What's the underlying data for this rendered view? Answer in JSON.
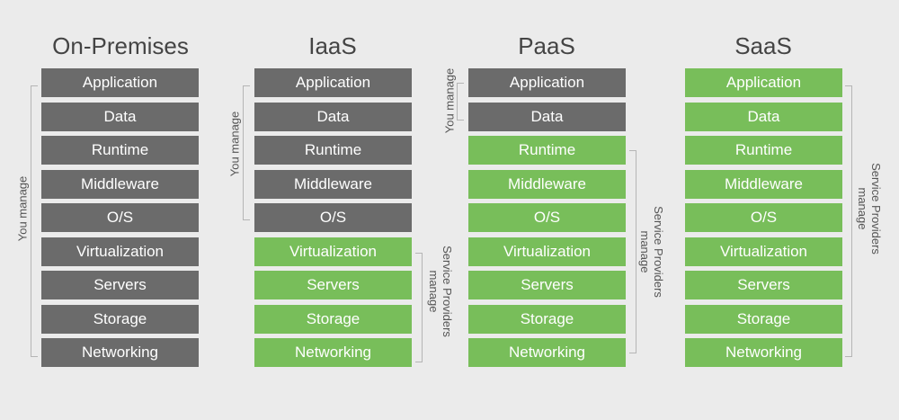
{
  "columns": [
    {
      "title": "On-Premises",
      "layers": [
        {
          "label": "Application",
          "managed_by": "you"
        },
        {
          "label": "Data",
          "managed_by": "you"
        },
        {
          "label": "Runtime",
          "managed_by": "you"
        },
        {
          "label": "Middleware",
          "managed_by": "you"
        },
        {
          "label": "O/S",
          "managed_by": "you"
        },
        {
          "label": "Virtualization",
          "managed_by": "you"
        },
        {
          "label": "Servers",
          "managed_by": "you"
        },
        {
          "label": "Storage",
          "managed_by": "you"
        },
        {
          "label": "Networking",
          "managed_by": "you"
        }
      ],
      "you_label": "You manage",
      "provider_label_lines": []
    },
    {
      "title": "IaaS",
      "layers": [
        {
          "label": "Application",
          "managed_by": "you"
        },
        {
          "label": "Data",
          "managed_by": "you"
        },
        {
          "label": "Runtime",
          "managed_by": "you"
        },
        {
          "label": "Middleware",
          "managed_by": "you"
        },
        {
          "label": "O/S",
          "managed_by": "you"
        },
        {
          "label": "Virtualization",
          "managed_by": "provider"
        },
        {
          "label": "Servers",
          "managed_by": "provider"
        },
        {
          "label": "Storage",
          "managed_by": "provider"
        },
        {
          "label": "Networking",
          "managed_by": "provider"
        }
      ],
      "you_label": "You manage",
      "provider_label_lines": [
        "Service Providers",
        "manage"
      ]
    },
    {
      "title": "PaaS",
      "layers": [
        {
          "label": "Application",
          "managed_by": "you"
        },
        {
          "label": "Data",
          "managed_by": "you"
        },
        {
          "label": "Runtime",
          "managed_by": "provider"
        },
        {
          "label": "Middleware",
          "managed_by": "provider"
        },
        {
          "label": "O/S",
          "managed_by": "provider"
        },
        {
          "label": "Virtualization",
          "managed_by": "provider"
        },
        {
          "label": "Servers",
          "managed_by": "provider"
        },
        {
          "label": "Storage",
          "managed_by": "provider"
        },
        {
          "label": "Networking",
          "managed_by": "provider"
        }
      ],
      "you_label": "You manage",
      "provider_label_lines": [
        "Service Providers",
        "manage"
      ]
    },
    {
      "title": "SaaS",
      "layers": [
        {
          "label": "Application",
          "managed_by": "provider"
        },
        {
          "label": "Data",
          "managed_by": "provider"
        },
        {
          "label": "Runtime",
          "managed_by": "provider"
        },
        {
          "label": "Middleware",
          "managed_by": "provider"
        },
        {
          "label": "O/S",
          "managed_by": "provider"
        },
        {
          "label": "Virtualization",
          "managed_by": "provider"
        },
        {
          "label": "Servers",
          "managed_by": "provider"
        },
        {
          "label": "Storage",
          "managed_by": "provider"
        },
        {
          "label": "Networking",
          "managed_by": "provider"
        }
      ],
      "you_label": "",
      "provider_label_lines": [
        "Service Providers",
        "manage"
      ]
    }
  ],
  "colors": {
    "you_manage": "#6b6b6b",
    "provider_manage": "#78be5a",
    "background": "#ebebeb"
  }
}
